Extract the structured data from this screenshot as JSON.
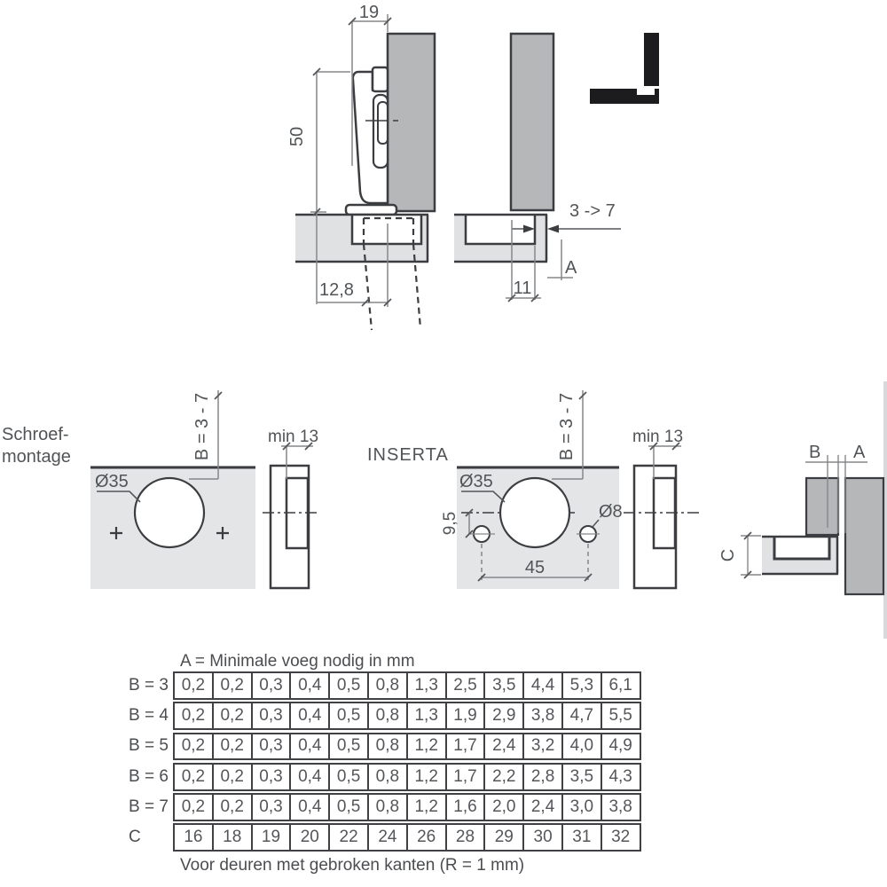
{
  "colors": {
    "line_dark": "#3b3d41",
    "dim_gray": "#85878a",
    "text": "#515457",
    "door_panel": "#b5b7b9",
    "cabinet_panel": "#e0e1e2",
    "drill_panel": "#e4e5e6",
    "pictogram": "#1c1c1e",
    "table_border": "#3f4145"
  },
  "top_left_diagram": {
    "width_dim": "19",
    "height_dim": "50",
    "cup_distance_dim": "12,8"
  },
  "top_right_diagram": {
    "gap_dim": "3 -> 7",
    "gap_letter": "A",
    "depth_dim": "11"
  },
  "screw_mount_diagram": {
    "label_line1": "Schroef-",
    "label_line2": "montage",
    "cup_diameter": "Ø35",
    "drilling_distance": "B = 3 - 7",
    "min_thickness": "min 13"
  },
  "inserta_diagram": {
    "label": "INSERTA",
    "cup_diameter": "Ø35",
    "drilling_distance": "B = 3 - 7",
    "min_thickness": "min 13",
    "dowel_offset": "9,5",
    "dowel_diameter": "Ø8",
    "dowel_spacing": "45"
  },
  "corner_diagram": {
    "b_label": "B",
    "a_label": "A",
    "c_label": "C"
  },
  "gap_table": {
    "title": "A = Minimale voeg nodig in mm",
    "row_labels": [
      "B = 3",
      "B = 4",
      "B = 5",
      "B = 6",
      "B = 7",
      "C"
    ],
    "rows": [
      [
        "0,2",
        "0,2",
        "0,3",
        "0,4",
        "0,5",
        "0,8",
        "1,3",
        "2,5",
        "3,5",
        "4,4",
        "5,3",
        "6,1"
      ],
      [
        "0,2",
        "0,2",
        "0,3",
        "0,4",
        "0,5",
        "0,8",
        "1,3",
        "1,9",
        "2,9",
        "3,8",
        "4,7",
        "5,5"
      ],
      [
        "0,2",
        "0,2",
        "0,3",
        "0,4",
        "0,5",
        "0,8",
        "1,2",
        "1,7",
        "2,4",
        "3,2",
        "4,0",
        "4,9"
      ],
      [
        "0,2",
        "0,2",
        "0,3",
        "0,4",
        "0,5",
        "0,8",
        "1,2",
        "1,7",
        "2,2",
        "2,8",
        "3,5",
        "4,3"
      ],
      [
        "0,2",
        "0,2",
        "0,3",
        "0,4",
        "0,5",
        "0,8",
        "1,2",
        "1,6",
        "2,0",
        "2,4",
        "3,0",
        "3,8"
      ],
      [
        "16",
        "18",
        "19",
        "20",
        "22",
        "24",
        "26",
        "28",
        "29",
        "30",
        "31",
        "32"
      ]
    ],
    "footer": "Voor deuren met gebroken kanten (R = 1 mm)"
  }
}
